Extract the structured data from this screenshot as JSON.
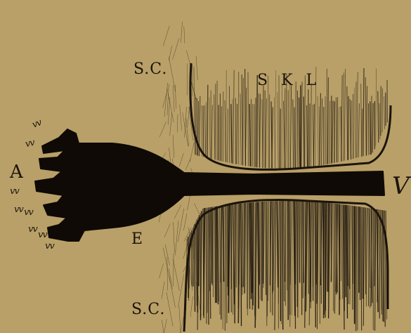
{
  "labels": {
    "sc_top": "S.C.",
    "skl": "S K L",
    "a": "A",
    "v": "V",
    "e": "E",
    "sc_bottom": "S.C."
  },
  "vmarks": [
    "vv",
    "vv",
    "vv",
    "vv",
    "vv",
    "vv",
    "vv",
    "vv"
  ],
  "colors": {
    "paper": "#b9a068",
    "ink": "#1b140c"
  }
}
